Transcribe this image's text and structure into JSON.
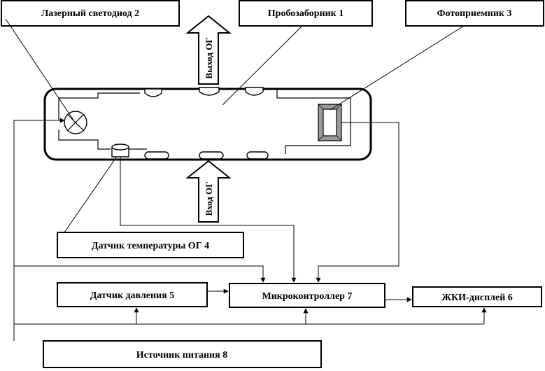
{
  "labels": {
    "laser_diode": "Лазерный светодиод 2",
    "sampler": "Пробозаборник 1",
    "photodetector": "Фотоприемник 3",
    "gas_out": "Выход ОГ",
    "gas_in": "Вход ОГ",
    "temp_sensor": "Датчик температуры ОГ 4",
    "pressure_sensor": "Датчик давления 5",
    "microcontroller": "Микроконтроллер 7",
    "lcd_display": "ЖКИ-дисплей 6",
    "power_supply": "Источник питания 8"
  }
}
